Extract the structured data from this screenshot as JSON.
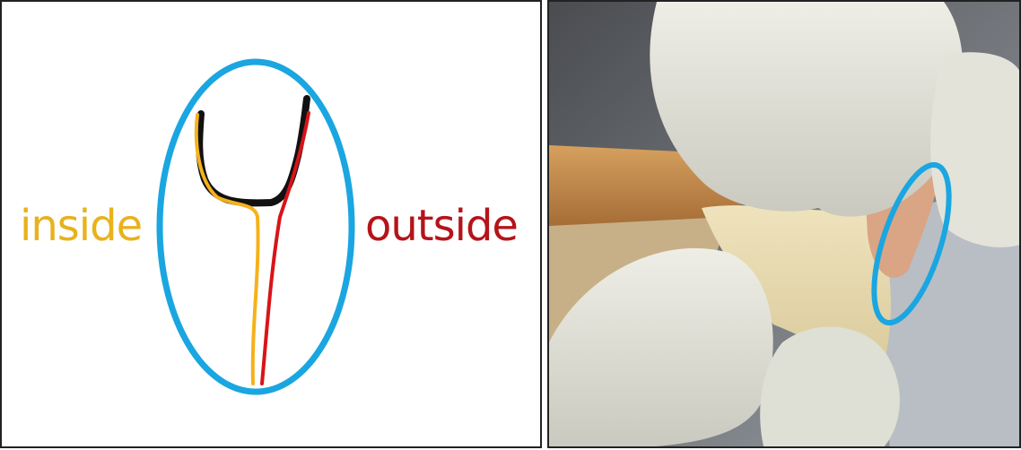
{
  "diagram": {
    "inside_label": "inside",
    "outside_label": "outside",
    "colors": {
      "inside": "#e8b21c",
      "outside": "#b5141a",
      "outline": "#111111",
      "ellipse": "#1aa6e0"
    }
  },
  "photo": {
    "description_icon": "gloved-hands-holding-tissue-photo",
    "highlight_color": "#1aa6e0"
  }
}
